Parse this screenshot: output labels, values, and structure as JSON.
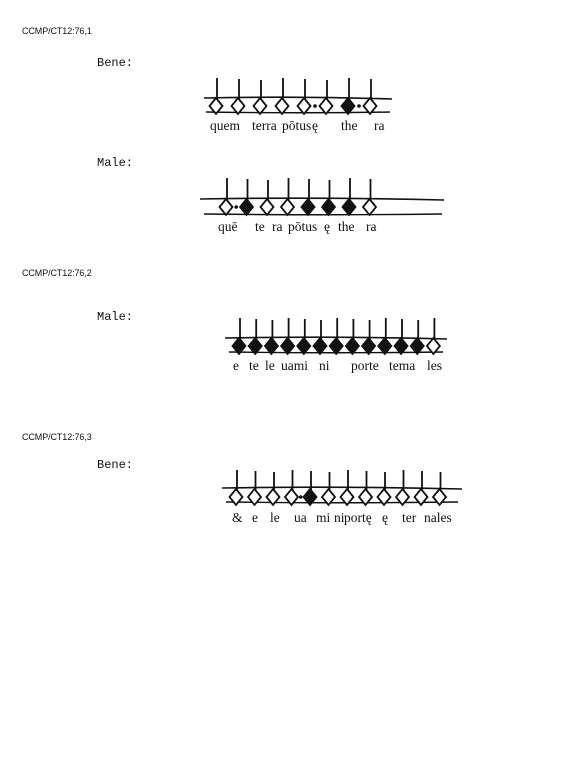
{
  "sections": [
    {
      "label": "CCMP/CT12:76,1",
      "examples": [
        {
          "verdict": "Bene:",
          "notes": [
            "w",
            "w",
            "w",
            "w",
            "w",
            "w",
            "b",
            "w"
          ],
          "dots": [
            4,
            6
          ],
          "syllables": [
            "quem",
            "terra",
            "pōtus",
            "ę",
            "the",
            "ra"
          ]
        },
        {
          "verdict": "Male:",
          "notes": [
            "w",
            "b",
            "w",
            "w",
            "b",
            "b",
            "b",
            "w"
          ],
          "dots": [
            0
          ],
          "syllables": [
            "quē",
            "te",
            "ra",
            "pōtus",
            "ę",
            "the",
            "ra"
          ]
        }
      ]
    },
    {
      "label": "CCMP/CT12:76,2",
      "examples": [
        {
          "verdict": "Male:",
          "notes": [
            "b",
            "b",
            "b",
            "b",
            "b",
            "b",
            "b",
            "b",
            "b",
            "b",
            "b",
            "b",
            "w"
          ],
          "dots": [],
          "syllables": [
            "e",
            "te",
            "le",
            "uami",
            "ni",
            "porte",
            "tema",
            "les"
          ]
        }
      ]
    },
    {
      "label": "CCMP/CT12:76,3",
      "examples": [
        {
          "verdict": "Bene:",
          "notes": [
            "w",
            "w",
            "w",
            "w",
            "b",
            "w",
            "w",
            "w",
            "w",
            "w",
            "w",
            "w"
          ],
          "dots": [
            3
          ],
          "syllables": [
            "&",
            "e",
            "le",
            "ua",
            "mi",
            "ni",
            "portę",
            "ę",
            "ter",
            "nales"
          ]
        }
      ]
    }
  ]
}
